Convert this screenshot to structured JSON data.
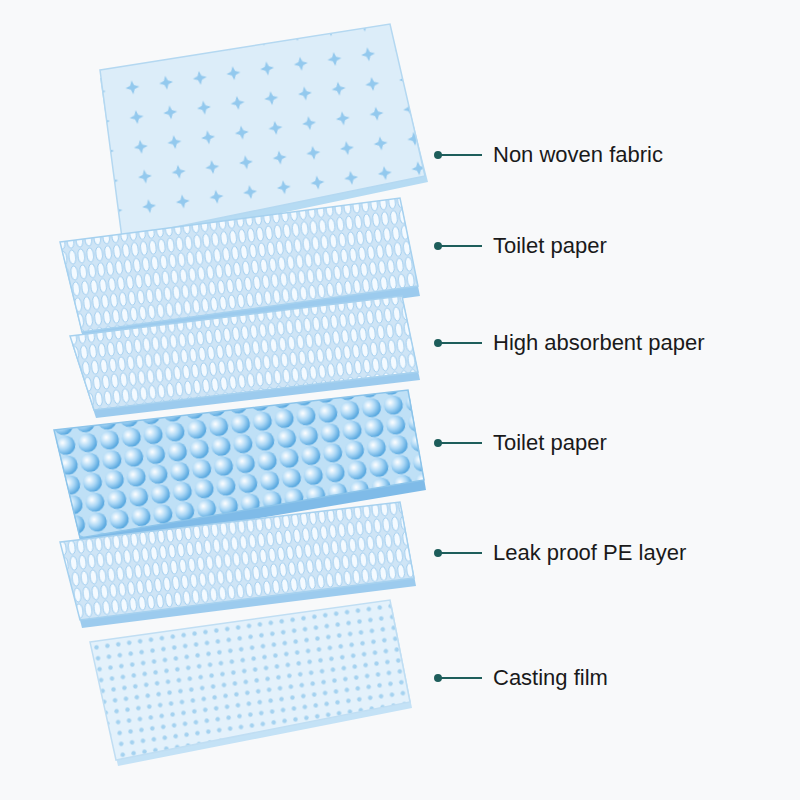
{
  "diagram": {
    "labels": [
      "Non woven fabric",
      "Toilet paper",
      "High absorbent paper",
      "Toilet paper",
      "Leak proof PE layer",
      "Casting film"
    ]
  }
}
